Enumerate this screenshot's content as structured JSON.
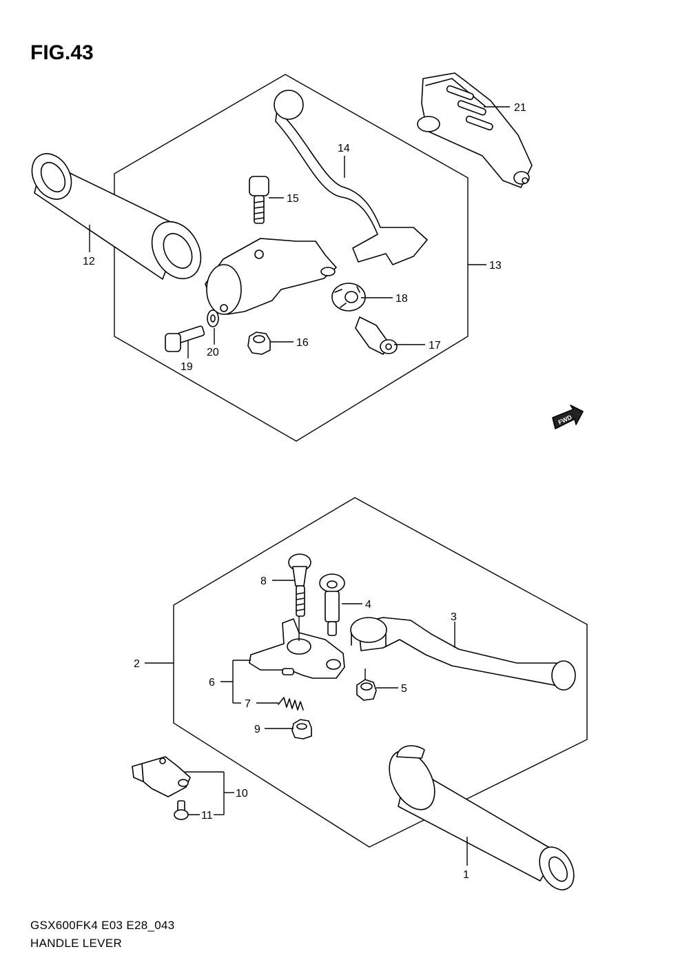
{
  "figure": {
    "title": "FIG.43"
  },
  "footer": {
    "model_code": "GSX600FK4 E03 E28_043",
    "section_name": "HANDLE LEVER"
  },
  "fwd_badge": {
    "label": "FWD",
    "icon": "fwd-arrow-icon"
  },
  "callouts": {
    "c1": "1",
    "c2": "2",
    "c3": "3",
    "c4": "4",
    "c5": "5",
    "c6": "6",
    "c7": "7",
    "c8": "8",
    "c9": "9",
    "c10": "10",
    "c11": "11",
    "c12": "12",
    "c13": "13",
    "c14": "14",
    "c15": "15",
    "c16": "16",
    "c17": "17",
    "c18": "18",
    "c19": "19",
    "c20": "20",
    "c21": "21"
  }
}
